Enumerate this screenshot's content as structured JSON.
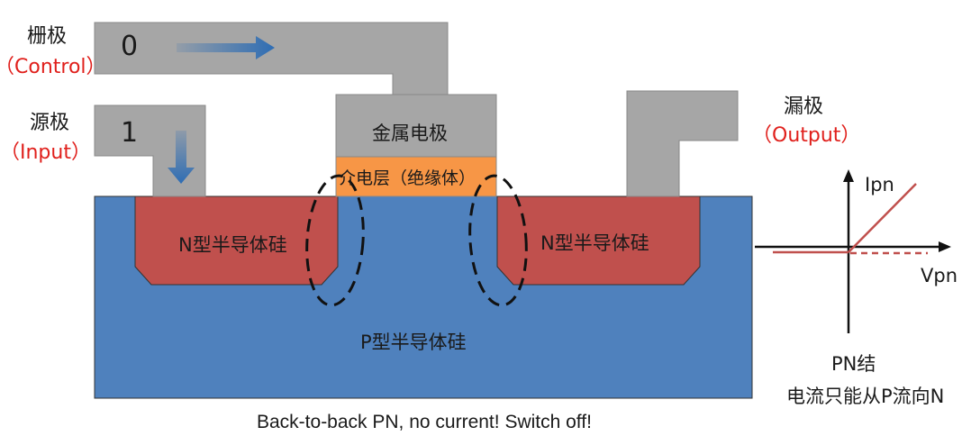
{
  "labels": {
    "gate_cn": "栅极",
    "gate_en": "（Control）",
    "source_cn": "源极",
    "source_en": "（Input）",
    "drain_cn": "漏极",
    "drain_en": "（Output）",
    "gate_value": "0",
    "source_value": "1",
    "metal_electrode": "金属电极",
    "dielectric": "介电层（绝缘体）",
    "n_left": "N型半导体硅",
    "n_right": "N型半导体硅",
    "p_substrate": "P型半导体硅",
    "axis_y": "Ipn",
    "axis_x": "Vpn",
    "pn_title": "PN结",
    "pn_desc": "电流只能从P流向N",
    "caption": "Back-to-back PN, no current! Switch off!"
  },
  "colors": {
    "metal": "#a6a6a6",
    "p_substrate": "#4f81bd",
    "n_region": "#c0504d",
    "dielectric": "#f79646",
    "arrow": "#2e6db4",
    "curve": "#c0504d",
    "label_red": "#e0201c"
  }
}
